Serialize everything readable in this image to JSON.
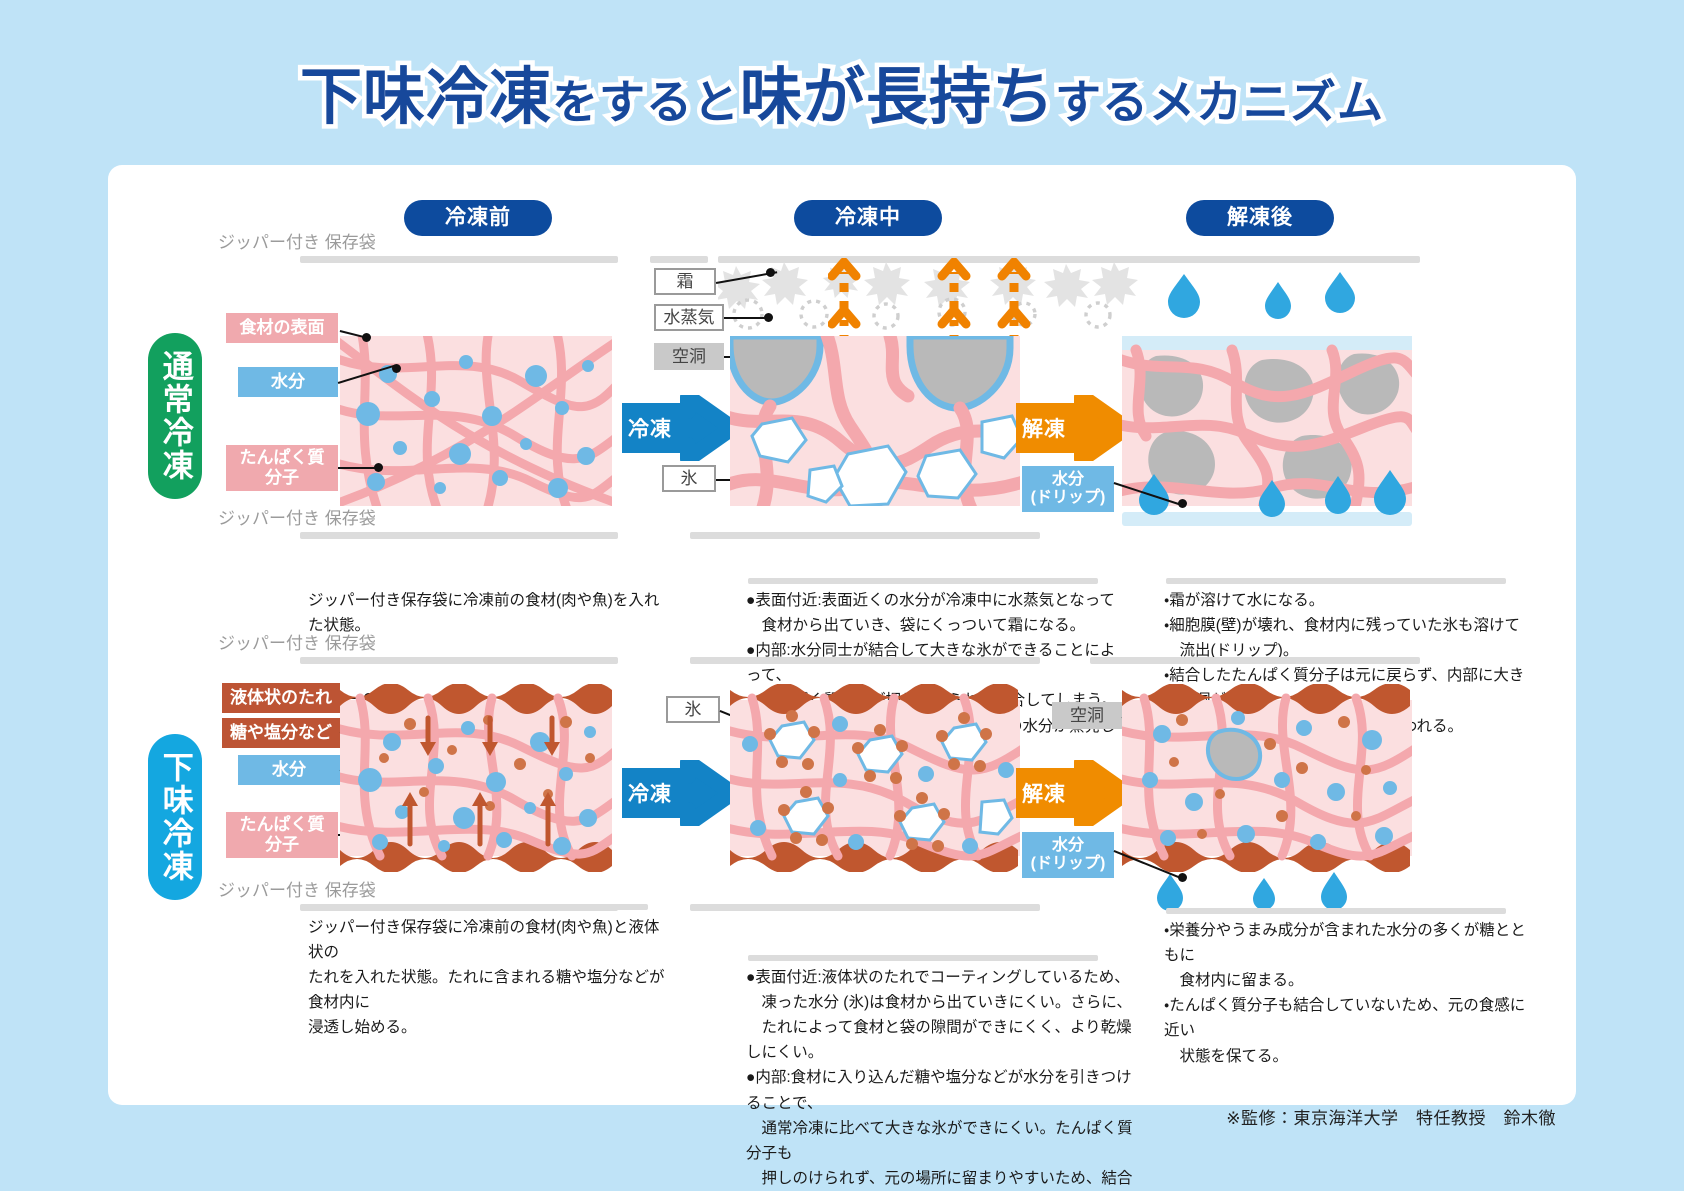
{
  "title": {
    "main1": "下味冷凍",
    "small1": "をすると",
    "main2": "味が長持ち",
    "small2": "するメカニズム"
  },
  "columns": [
    {
      "label": "冷凍前"
    },
    {
      "label": "冷凍中"
    },
    {
      "label": "解凍後"
    }
  ],
  "rows": [
    {
      "tag": "通常冷凍",
      "tag_color": "#12a05e"
    },
    {
      "tag": "下味冷凍",
      "tag_color": "#14a7e0"
    }
  ],
  "bag_label": "ジッパー付き\n保存袋",
  "labels": {
    "surface": "食材の表面",
    "water": "水分",
    "protein": "たんぱく質\n分子",
    "frost": "霜",
    "vapor": "水蒸気",
    "cavity": "空洞",
    "ice": "氷",
    "drip": "水分\n(ドリップ)",
    "sauce": "液体状のたれ",
    "sugar_salt": "糖や塩分など"
  },
  "arrows": {
    "freeze": "冷凍",
    "thaw": "解凍"
  },
  "descriptions": {
    "normal_before": "ジッパー付き保存袋に冷凍前の食材(肉や魚)を入れた状態。",
    "normal_during": "●表面付近:表面近くの水分が冷凍中に水蒸気となって\n　食材から出ていき、袋にくっついて霜になる。\n●内部:水分同士が結合して大きな氷ができることによって、\n　たんぱく質分子が押しのけられ、結合してしまう。\n※実際は食材の下側の表面からも多少の水分が蒸発します。",
    "normal_after": "・霜が溶けて水になる。\n・細胞膜(壁)が壊れ、食材内に残っていた氷も溶けて\n　流出(ドリップ)。\n・結合したたんぱく質分子は元に戻らず、内部に大きな空洞が\n　残るため、食感・歯ざわりが損なわれる。",
    "shita_before": "ジッパー付き保存袋に冷凍前の食材(肉や魚)と液体状の\nたれを入れた状態。たれに含まれる糖や塩分などが食材内に\n浸透し始める。",
    "shita_during": "●表面付近:液体状のたれでコーティングしているため、\n　凍った水分 (氷)は食材から出ていきにくい。さらに、\n　たれによって食材と袋の隙間ができにくく、より乾燥しにくい。\n●内部:食材に入り込んだ糖や塩分などが水分を引きつけることで、\n　通常冷凍に比べて大きな氷ができにくい。たんぱく質分子も\n　押しのけられず、元の場所に留まりやすいため、結合しにくい。",
    "shita_after": "・栄養分やうまみ成分が含まれた水分の多くが糖とともに\n　食材内に留まる。\n・たんぱく質分子も結合していないため、元の食感に近い\n　状態を保てる。"
  },
  "credit": "※監修：東京海洋大学　特任教授　鈴木徹",
  "colors": {
    "background": "#bfe3f7",
    "card": "#ffffff",
    "pill": "#0d4b9e",
    "title": "#17489b",
    "green_tag": "#12a05e",
    "blue_tag": "#14a7e0",
    "freeze_arrow": "#1383c6",
    "thaw_arrow": "#f08c00",
    "meat_fiber": "#f4a8ad",
    "meat_bg": "#fbdfe0",
    "water_dot": "#6fb9e5",
    "sugar_dot": "#cf7448",
    "sauce": "#c0572f",
    "cavity": "#b9b9b9",
    "frost": "#e3e3e3",
    "drip_water": "#30a7e0"
  }
}
